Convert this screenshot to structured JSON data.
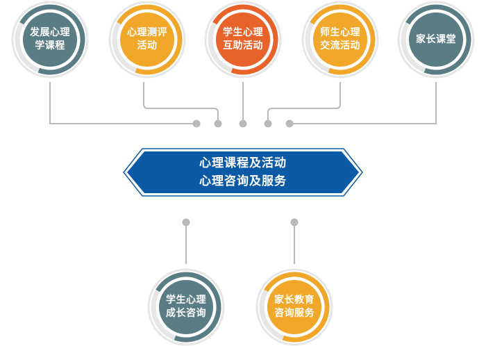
{
  "colors": {
    "teal": "#5a7c85",
    "orange_yellow": "#f0a72a",
    "orange_red": "#e8632a",
    "blue": "#0c5aa6",
    "line_gray": "#b9b9b9",
    "ring_gray": "#e6e6e6"
  },
  "top_nodes": [
    {
      "lines": [
        "发展心理",
        "学课程"
      ],
      "color": "teal"
    },
    {
      "lines": [
        "心理测评",
        "活动"
      ],
      "color": "orange_yellow"
    },
    {
      "lines": [
        "学生心理",
        "互助活动"
      ],
      "color": "orange_red"
    },
    {
      "lines": [
        "师生心理",
        "交流活动"
      ],
      "color": "orange_yellow"
    },
    {
      "lines": [
        "家长课堂"
      ],
      "color": "teal"
    }
  ],
  "center": {
    "line1": "心理课程及活动",
    "line2": "心理咨询及服务"
  },
  "bottom_nodes": [
    {
      "lines": [
        "学生心理",
        "成长咨询"
      ],
      "color": "teal"
    },
    {
      "lines": [
        "家长教育",
        "咨询服务"
      ],
      "color": "orange_yellow"
    }
  ]
}
